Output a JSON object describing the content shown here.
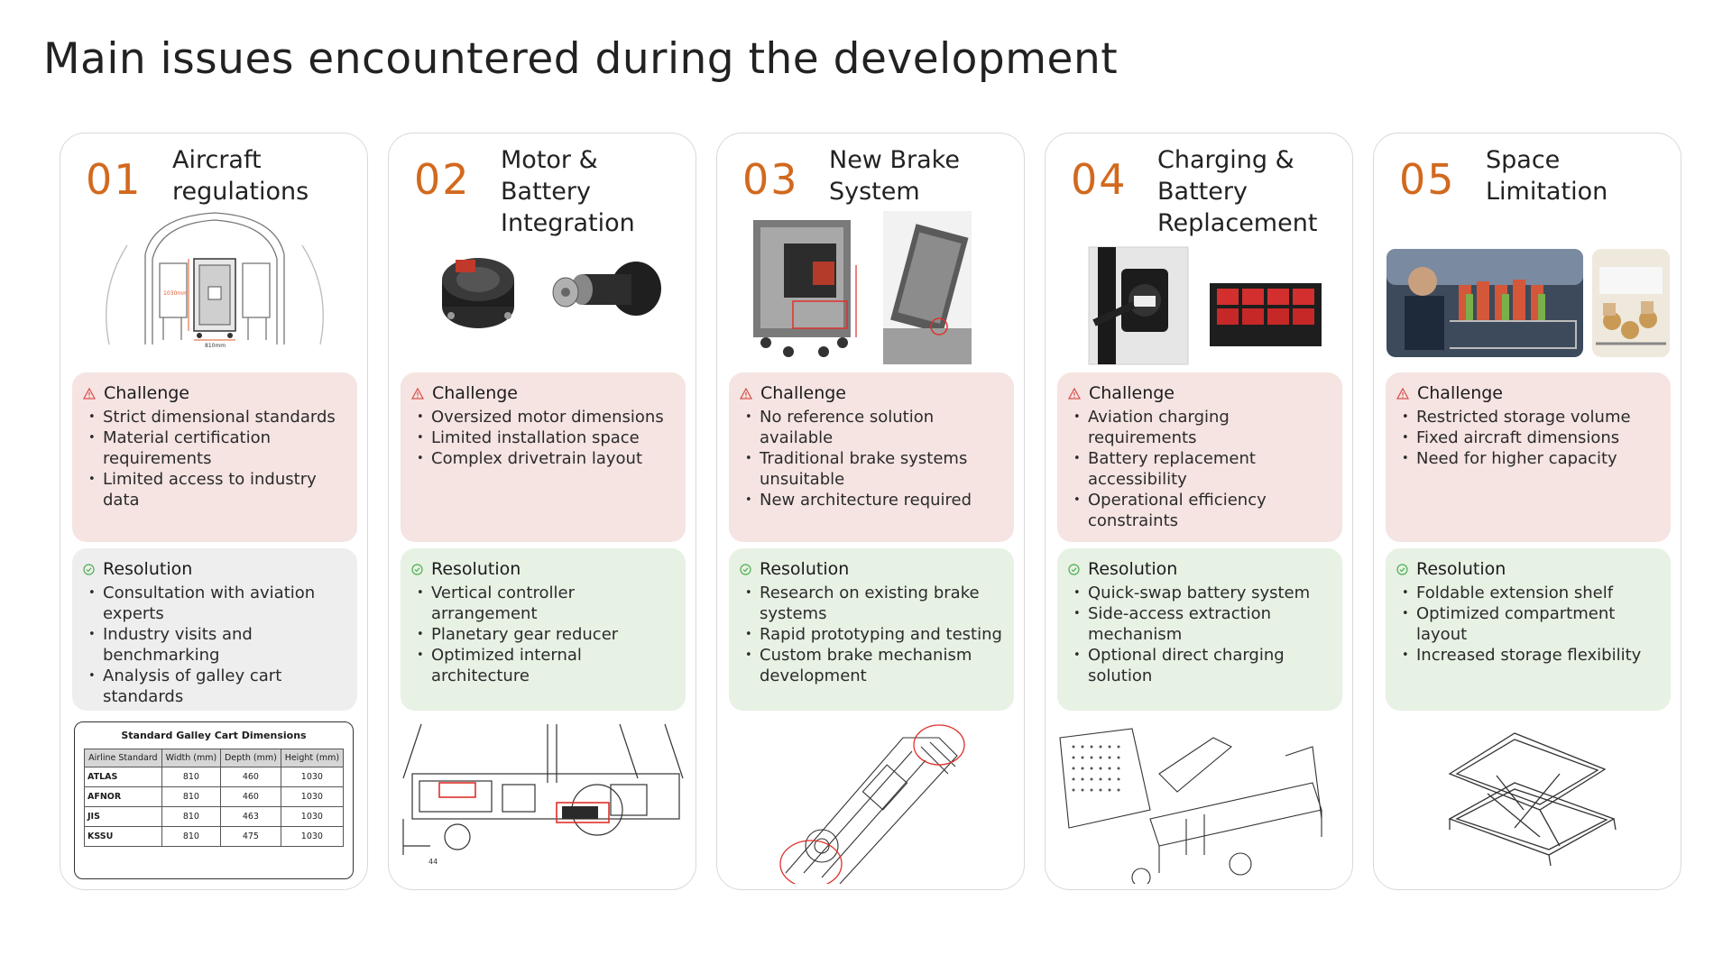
{
  "title": "Main issues encountered during the development",
  "colors": {
    "accent": "#d2691e",
    "challenge_bg": "#f5e4e2",
    "resolution_bg": "#e7f1e4",
    "warning": "#d9534f",
    "ok": "#4caf50"
  },
  "labels": {
    "challenge": "Challenge",
    "resolution": "Resolution"
  },
  "cards": [
    {
      "num": "01",
      "title": [
        "Aircraft",
        "regulations"
      ],
      "challenges": [
        "Strict dimensional standards",
        "Material certification requirements",
        "Limited access to industry data"
      ],
      "resolutions": [
        "Consultation with aviation experts",
        "Industry visits and benchmarking",
        "Analysis of galley cart standards"
      ],
      "hero_label_height": "1030mm",
      "hero_label_width": "810mm"
    },
    {
      "num": "02",
      "title": [
        "Motor &",
        "Battery",
        "Integration"
      ],
      "challenges": [
        "Oversized motor dimensions",
        "Limited installation space",
        "Complex drivetrain layout"
      ],
      "resolutions": [
        "Vertical controller arrangement",
        "Planetary gear reducer",
        "Optimized internal architecture"
      ],
      "bottom_label": "44"
    },
    {
      "num": "03",
      "title": [
        "New Brake",
        "System"
      ],
      "challenges": [
        "No reference solution available",
        "Traditional brake systems unsuitable",
        "New architecture required"
      ],
      "resolutions": [
        "Research on existing brake systems",
        "Rapid prototyping and testing",
        "Custom brake mechanism development"
      ]
    },
    {
      "num": "04",
      "title": [
        "Charging &",
        "Battery",
        "Replacement"
      ],
      "challenges": [
        "Aviation charging requirements",
        "Battery replacement accessibility",
        "Operational efficiency constraints"
      ],
      "resolutions": [
        "Quick-swap battery system",
        "Side-access extraction mechanism",
        "Optional direct charging solution"
      ]
    },
    {
      "num": "05",
      "title": [
        "Space",
        "Limitation"
      ],
      "challenges": [
        "Restricted storage volume",
        "Fixed aircraft dimensions",
        "Need for higher capacity"
      ],
      "resolutions": [
        "Foldable extension shelf",
        "Optimized compartment layout",
        "Increased storage flexibility"
      ]
    }
  ],
  "galley_table": {
    "caption": "Standard Galley Cart Dimensions",
    "headers": [
      "Airline Standard",
      "Width (mm)",
      "Depth (mm)",
      "Height (mm)"
    ],
    "rows": [
      [
        "ATLAS",
        "810",
        "460",
        "1030"
      ],
      [
        "AFNOR",
        "810",
        "460",
        "1030"
      ],
      [
        "JIS",
        "810",
        "463",
        "1030"
      ],
      [
        "KSSU",
        "810",
        "475",
        "1030"
      ]
    ]
  }
}
